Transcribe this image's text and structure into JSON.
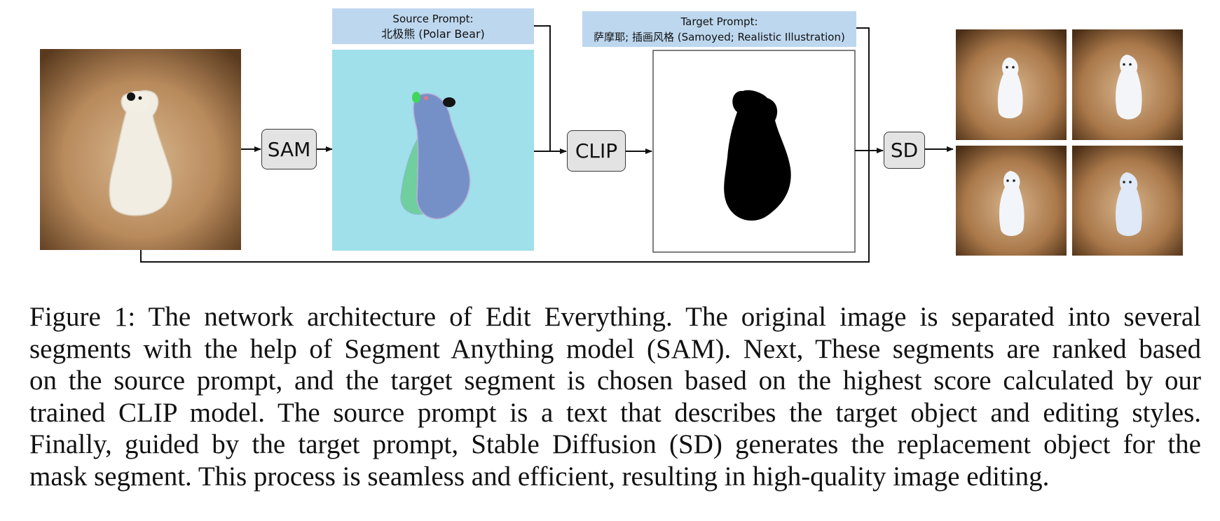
{
  "diagram": {
    "nodes": {
      "sam": "SAM",
      "clip": "CLIP",
      "sd": "SD"
    },
    "source_prompt": {
      "title": "Source Prompt:",
      "text": "北极熊 (Polar Bear)"
    },
    "target_prompt": {
      "title": "Target Prompt:",
      "text": "萨摩耶; 插画风格 (Samoyed; Realistic Illustration)"
    },
    "colors": {
      "node_fill": "#e3e3e3",
      "prompt_fill": "#bdd7ee",
      "segment_background": "#9fe0ea",
      "segment_main": "#7590c6",
      "segment_side": "#6fcf9e",
      "photo_background": "#9a6b3f"
    }
  },
  "caption": {
    "lines": [
      "Figure 1: The network architecture of Edit Everything. The original image is separated into several",
      "segments with the help of Segment Anything model (SAM). Next, These segments are ranked based",
      "on the source prompt, and the target segment is chosen based on the highest score calculated by our",
      "trained CLIP model. The source prompt is a text that describes the target object and editing styles.",
      "Finally, guided by the target prompt, Stable Diffusion (SD) generates the replacement object for the",
      "mask segment. This process is seamless and efficient, resulting in high-quality image editing."
    ]
  }
}
